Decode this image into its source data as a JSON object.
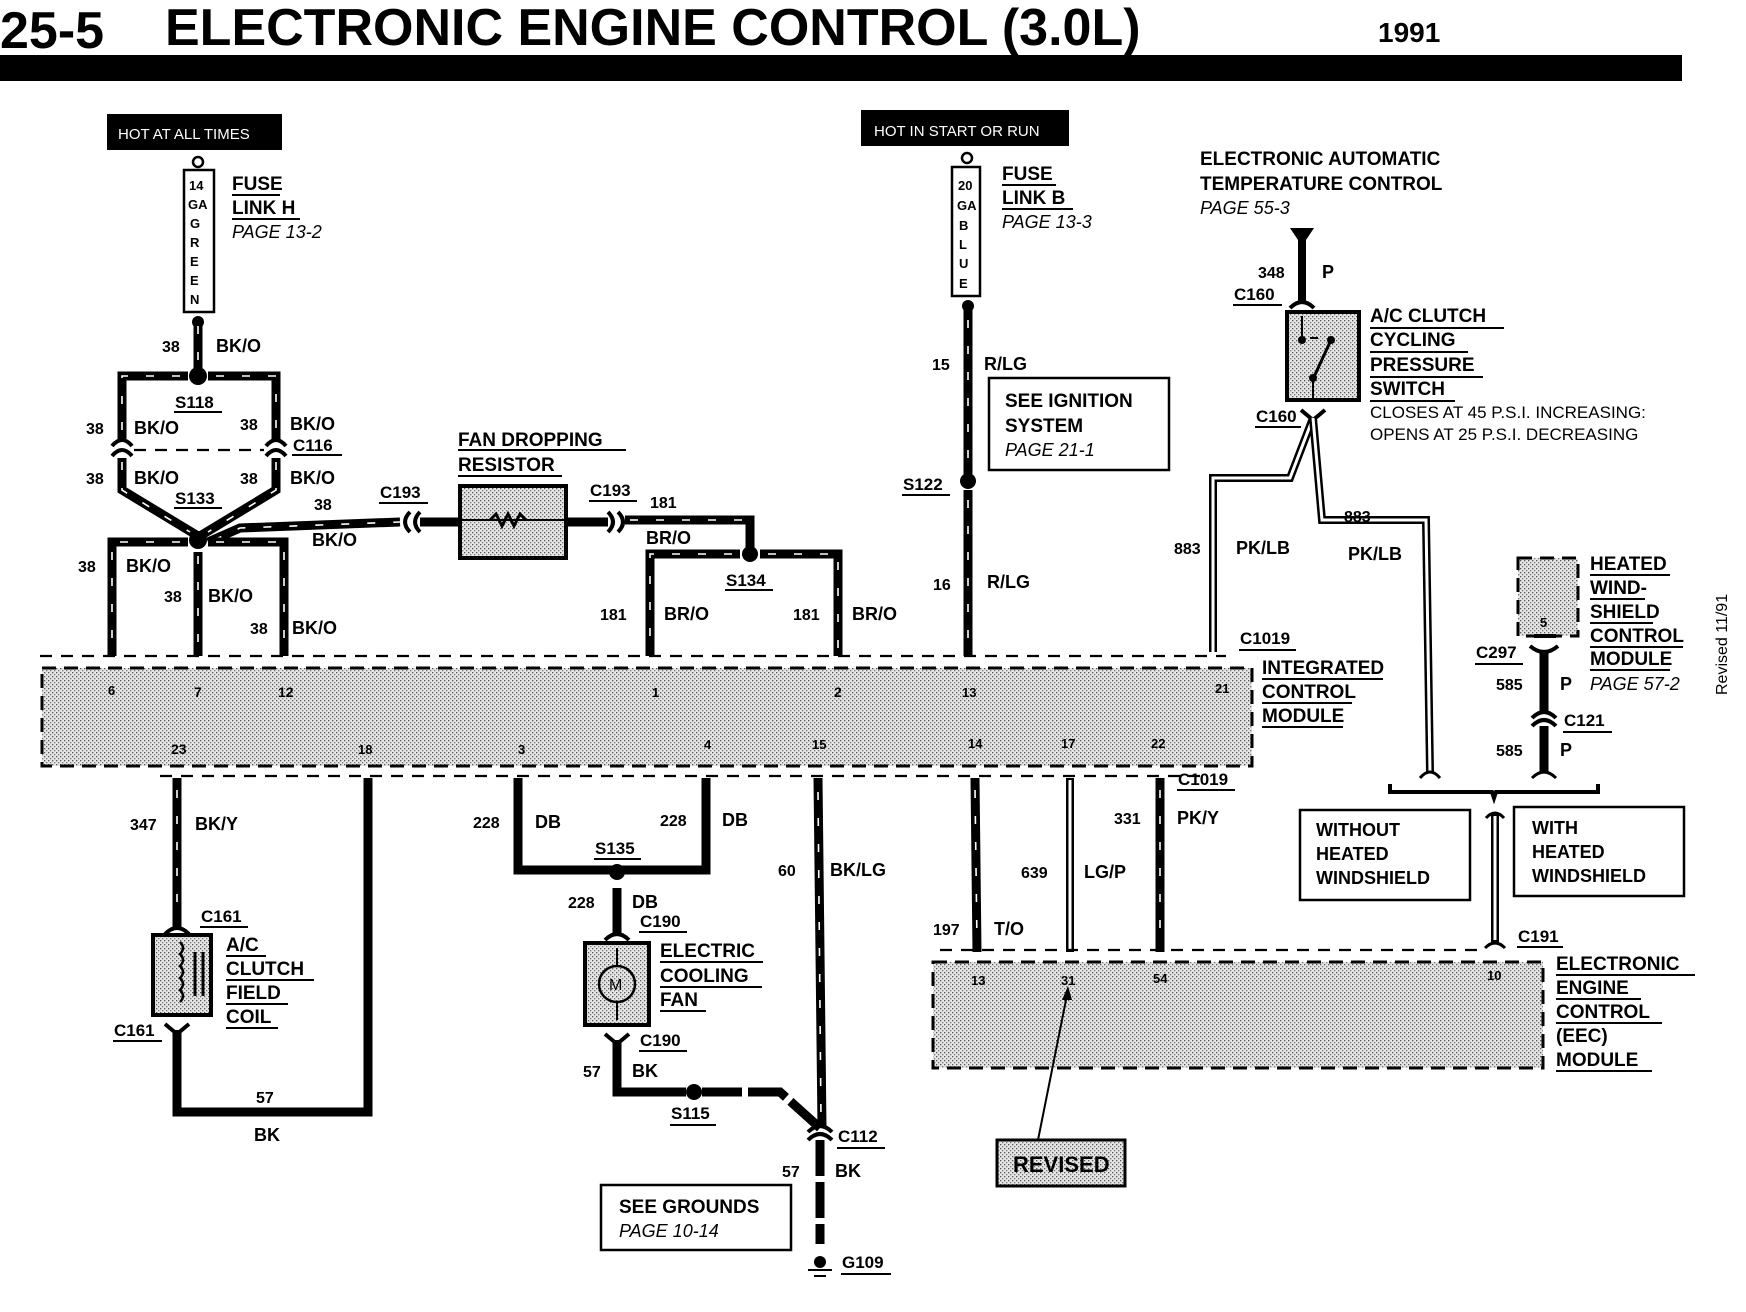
{
  "header": {
    "page_number": "25-5",
    "title": "ELECTRONIC ENGINE CONTROL (3.0L)",
    "year": "1991"
  },
  "side_note": "Revised 11/91",
  "power_sources": {
    "hot_at_all_times": "HOT AT ALL TIMES",
    "hot_in_start_or_run": "HOT IN START OR RUN"
  },
  "fuse_links": {
    "h": {
      "gauge_lines": [
        "14",
        "GA",
        "G",
        "R",
        "E",
        "E",
        "N"
      ],
      "name_line1": "FUSE",
      "name_line2": "LINK H",
      "page": "PAGE 13-2"
    },
    "b": {
      "gauge_lines": [
        "20",
        "GA",
        "B",
        "L",
        "U",
        "E"
      ],
      "name_line1": "FUSE",
      "name_line2": "LINK B",
      "page": "PAGE 13-3"
    }
  },
  "splices": {
    "s118": "S118",
    "s133": "S133",
    "s134": "S134",
    "s122": "S122",
    "s135": "S135",
    "s115": "S115"
  },
  "connectors": {
    "c116": "C116",
    "c193_left": "C193",
    "c193_right": "C193",
    "c160_top": "C160",
    "c160_bottom": "C160",
    "c1019_top": "C1019",
    "c1019_bottom": "C1019",
    "c297": "C297",
    "c121": "C121",
    "c161_top": "C161",
    "c161_bottom": "C161",
    "c190_top": "C190",
    "c190_bottom": "C190",
    "c112": "C112",
    "c191": "C191"
  },
  "ground": "G109",
  "wires": {
    "w38_top": {
      "num": "38",
      "color": "BK/O"
    },
    "w38_l1": {
      "num": "38",
      "color": "BK/O"
    },
    "w38_r1": {
      "num": "38",
      "color": "BK/O"
    },
    "w38_l2": {
      "num": "38",
      "color": "BK/O"
    },
    "w38_r2": {
      "num": "38",
      "color": "BK/O"
    },
    "w38_res": {
      "num": "38",
      "color": "BK/O"
    },
    "w38_p6": {
      "num": "38",
      "color": "BK/O"
    },
    "w38_p7": {
      "num": "38",
      "color": "BK/O"
    },
    "w38_p12": {
      "num": "38",
      "color": "BK/O"
    },
    "w181_top": {
      "num": "181",
      "color": "BR/O"
    },
    "w181_p1": {
      "num": "181",
      "color": "BR/O"
    },
    "w181_p2": {
      "num": "181",
      "color": "BR/O"
    },
    "w15": {
      "num": "15",
      "color": "R/LG"
    },
    "w16": {
      "num": "16",
      "color": "R/LG"
    },
    "w348": {
      "num": "348",
      "color": "P"
    },
    "w883_l": {
      "num": "883",
      "color": "PK/LB"
    },
    "w883_r": {
      "num": "883",
      "color": "PK/LB"
    },
    "w585_top": {
      "num": "585",
      "color": "P"
    },
    "w585_bot": {
      "num": "585",
      "color": "P"
    },
    "w347": {
      "num": "347",
      "color": "BK/Y"
    },
    "w57_coil": {
      "num": "57",
      "color": "BK"
    },
    "w228_l": {
      "num": "228",
      "color": "DB"
    },
    "w228_r": {
      "num": "228",
      "color": "DB"
    },
    "w228_fan": {
      "num": "228",
      "color": "DB"
    },
    "w57_fan": {
      "num": "57",
      "color": "BK"
    },
    "w60": {
      "num": "60",
      "color": "BK/LG"
    },
    "w57_gnd": {
      "num": "57",
      "color": "BK"
    },
    "w197": {
      "num": "197",
      "color": "T/O"
    },
    "w639": {
      "num": "639",
      "color": "LG/P"
    },
    "w331": {
      "num": "331",
      "color": "PK/Y"
    }
  },
  "components": {
    "fan_resistor": {
      "line1": "FAN DROPPING",
      "line2": "RESISTOR"
    },
    "ac_pressure_switch": {
      "lines": [
        "A/C CLUTCH",
        "CYCLING",
        "PRESSURE",
        "SWITCH"
      ],
      "note1": "CLOSES AT 45 P.S.I. INCREASING:",
      "note2": "OPENS AT 25 P.S.I. DECREASING"
    },
    "eatc": {
      "line1": "ELECTRONIC AUTOMATIC",
      "line2": "TEMPERATURE CONTROL",
      "page": "PAGE 55-3"
    },
    "icm": {
      "lines": [
        "INTEGRATED",
        "CONTROL",
        "MODULE"
      ],
      "pins_top": [
        "6",
        "7",
        "12",
        "1",
        "2",
        "13",
        "21"
      ],
      "pins_bottom": [
        "23",
        "18",
        "3",
        "4",
        "15",
        "14",
        "17",
        "22"
      ]
    },
    "hwcm": {
      "lines": [
        "HEATED",
        "WIND-",
        "SHIELD",
        "CONTROL",
        "MODULE"
      ],
      "page": "PAGE 57-2",
      "pin": "5"
    },
    "ac_clutch_coil": {
      "lines": [
        "A/C",
        "CLUTCH",
        "FIELD",
        "COIL"
      ]
    },
    "cooling_fan": {
      "lines": [
        "ELECTRIC",
        "COOLING",
        "FAN"
      ],
      "motor_symbol": "M"
    },
    "eec": {
      "lines": [
        "ELECTRONIC",
        "ENGINE",
        "CONTROL",
        "(EEC)",
        "MODULE"
      ],
      "pins": [
        "13",
        "31",
        "54",
        "10"
      ]
    }
  },
  "notes": {
    "see_ignition": {
      "line1": "SEE IGNITION",
      "line2": "SYSTEM",
      "page": "PAGE 21-1"
    },
    "see_grounds": {
      "line1": "SEE GROUNDS",
      "page": "PAGE 10-14"
    },
    "without_hw": [
      "WITHOUT",
      "HEATED",
      "WINDSHIELD"
    ],
    "with_hw": [
      "WITH",
      "HEATED",
      "WINDSHIELD"
    ],
    "revised": "REVISED"
  }
}
